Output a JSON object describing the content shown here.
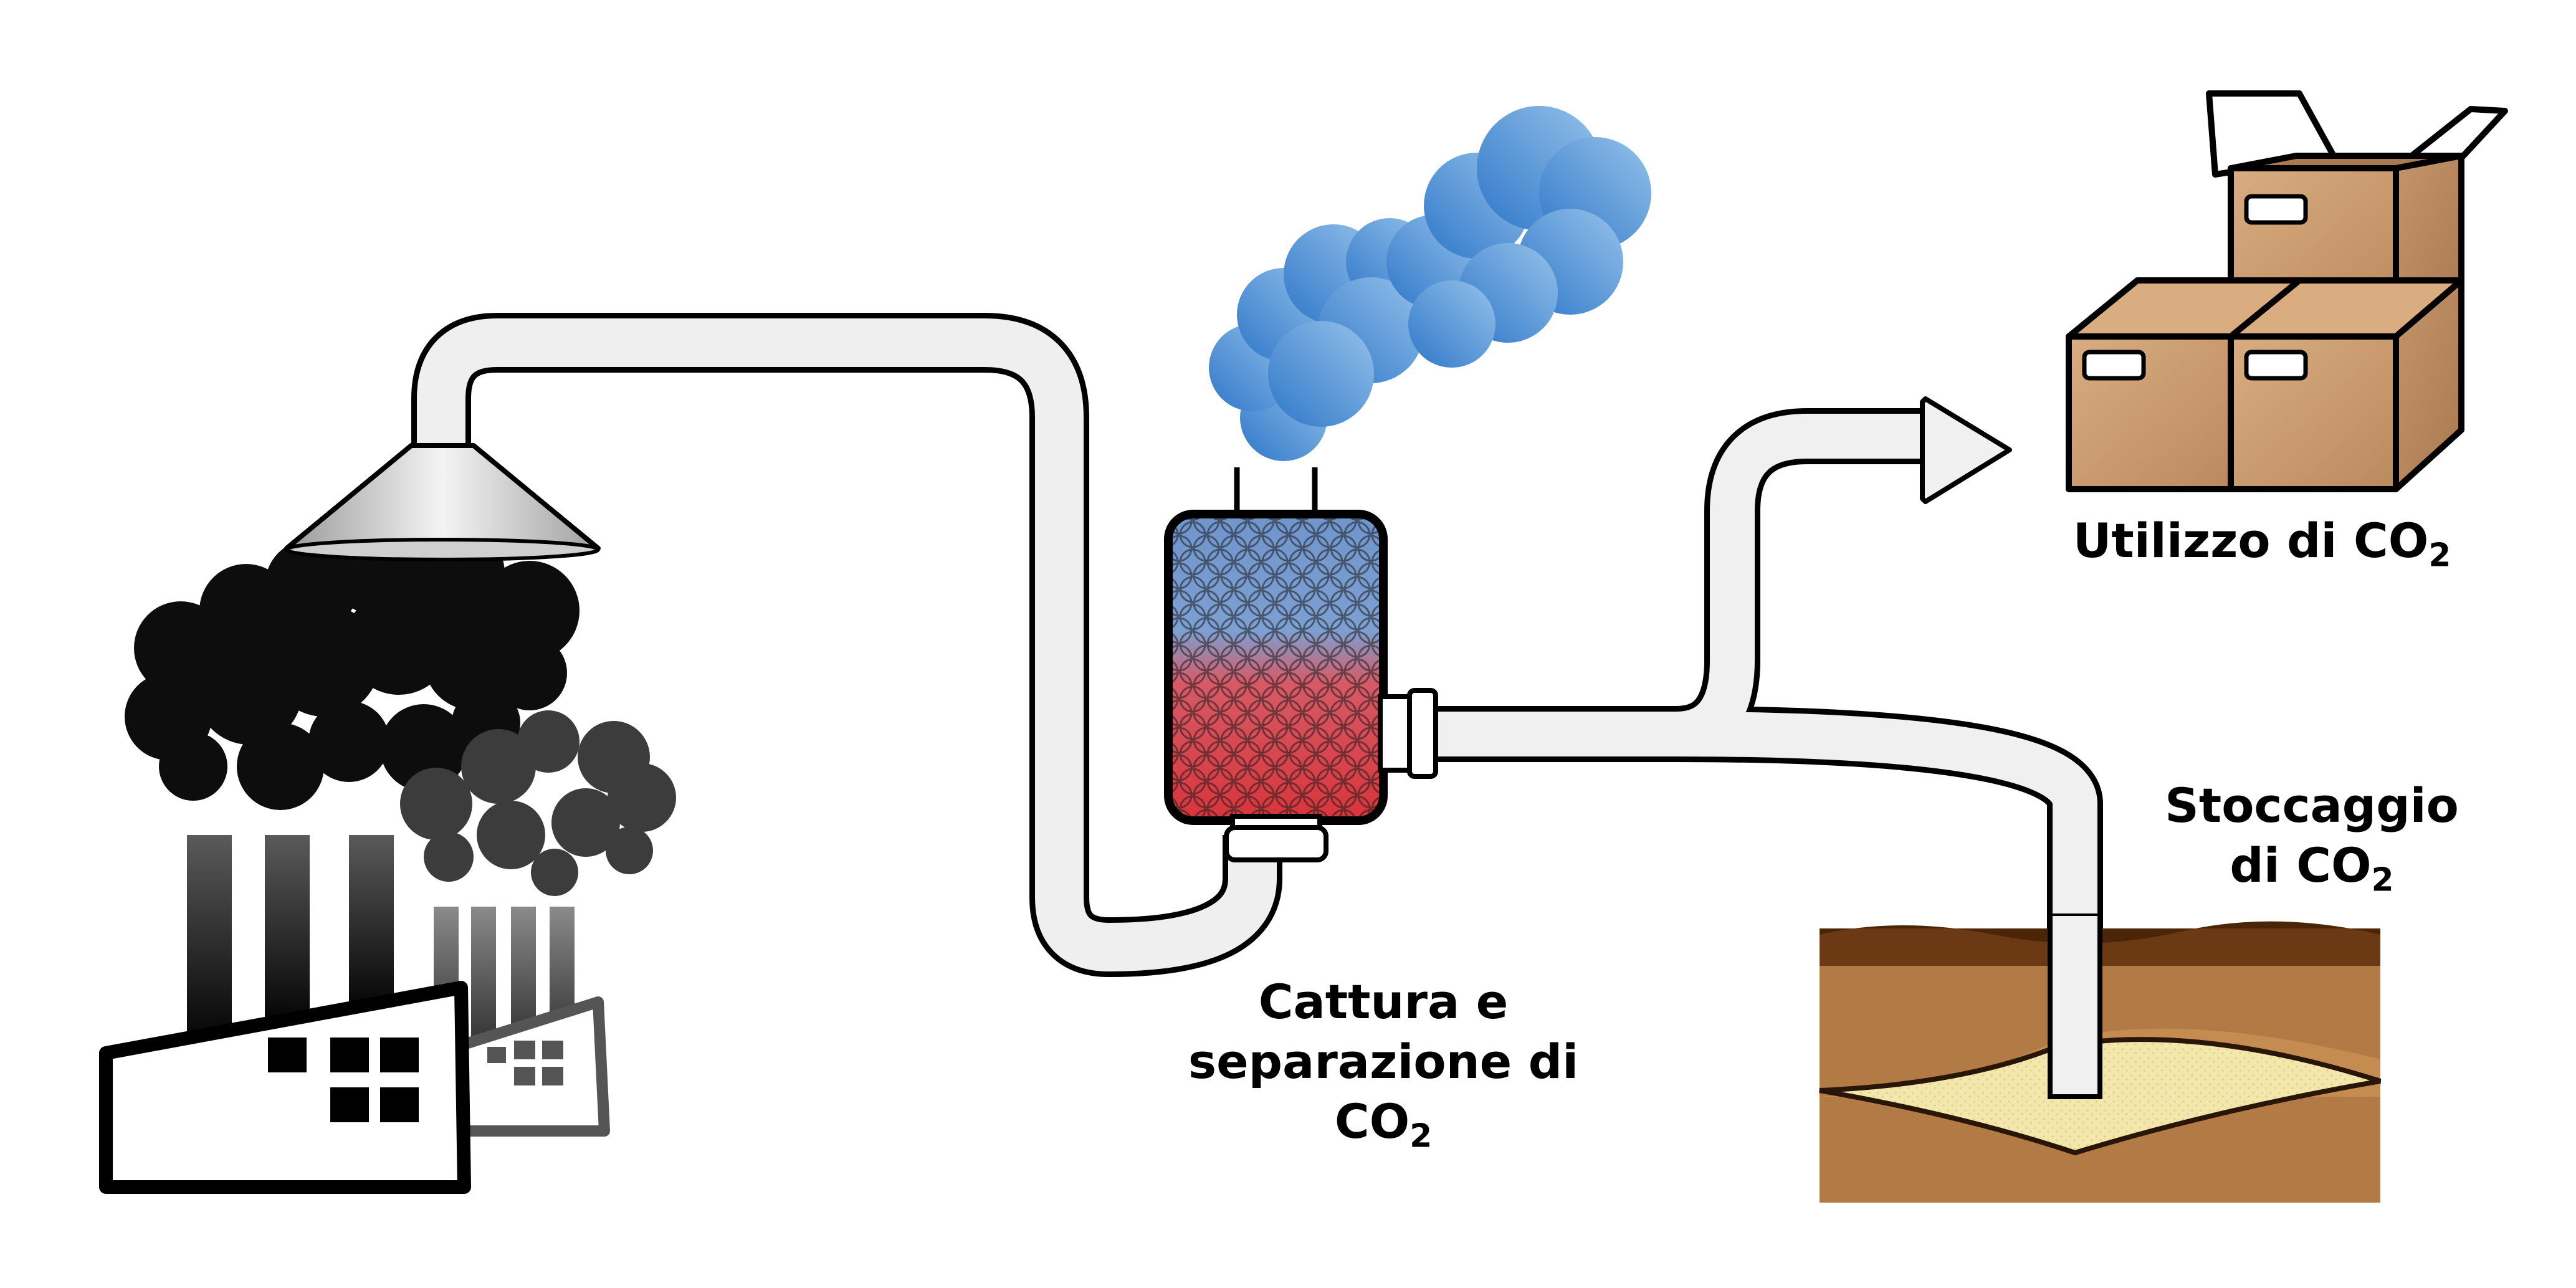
{
  "labels": {
    "capture": {
      "line1": "Cattura e",
      "line2": "separazione di",
      "co": "CO",
      "sub": "2"
    },
    "use": {
      "prefix": "Utilizzo di ",
      "co": "CO",
      "sub": "2"
    },
    "storage": {
      "line1": "Stoccaggio",
      "prefix": "di ",
      "co": "CO",
      "sub": "2"
    }
  },
  "colors": {
    "smoke_dark": "#0d0d0d",
    "smoke_grey": "#3c3c3c",
    "clean_air": "#4a8fd6",
    "absorber_top": "#6f95cc",
    "absorber_bottom": "#d9343a",
    "pipe": "#f2f2f2",
    "box": "#c99a70",
    "soil": "#b27a45",
    "reservoir": "#f4e7ae"
  }
}
